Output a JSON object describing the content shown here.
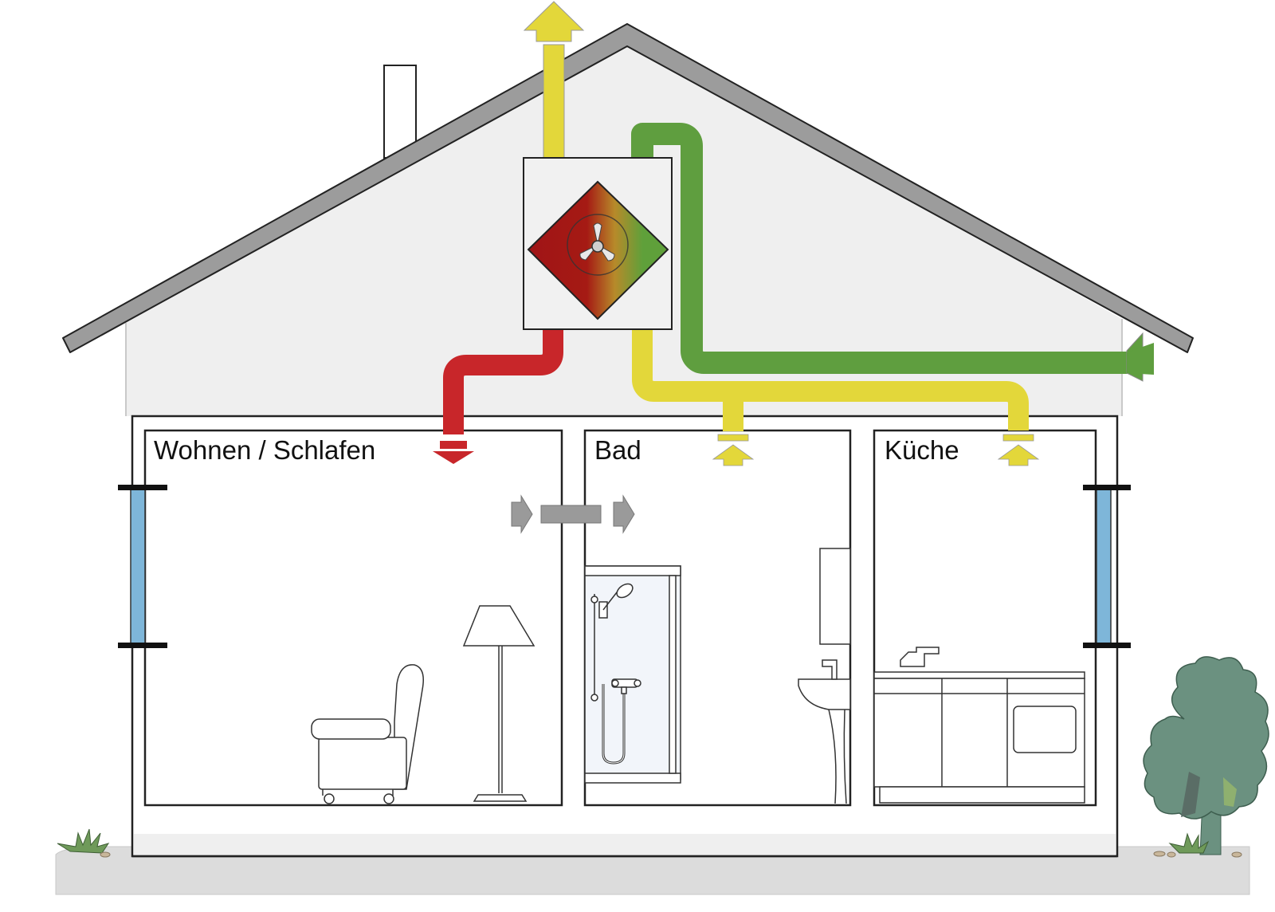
{
  "rooms": [
    {
      "id": "wohnen",
      "label": "Wohnen / Schlafen"
    },
    {
      "id": "bad",
      "label": "Bad"
    },
    {
      "id": "kueche",
      "label": "Küche"
    }
  ],
  "colors": {
    "exhaust_air": "#e3d73a",
    "supply_air": "#c8262a",
    "outdoor_air": "#5f9e3f",
    "overflow_air": "#9a9a9a",
    "window_glass": "#7eb6d9",
    "roof": "#9c9c9c",
    "gable": "#efefef",
    "ground": "#dddddd",
    "tree": "#6b9180"
  },
  "icons": [
    "ventilation-unit-fan-icon",
    "armchair-icon",
    "floor-lamp-icon",
    "shower-icon",
    "washbasin-icon",
    "kitchen-counter-icon",
    "tree-icon",
    "grass-icon"
  ]
}
